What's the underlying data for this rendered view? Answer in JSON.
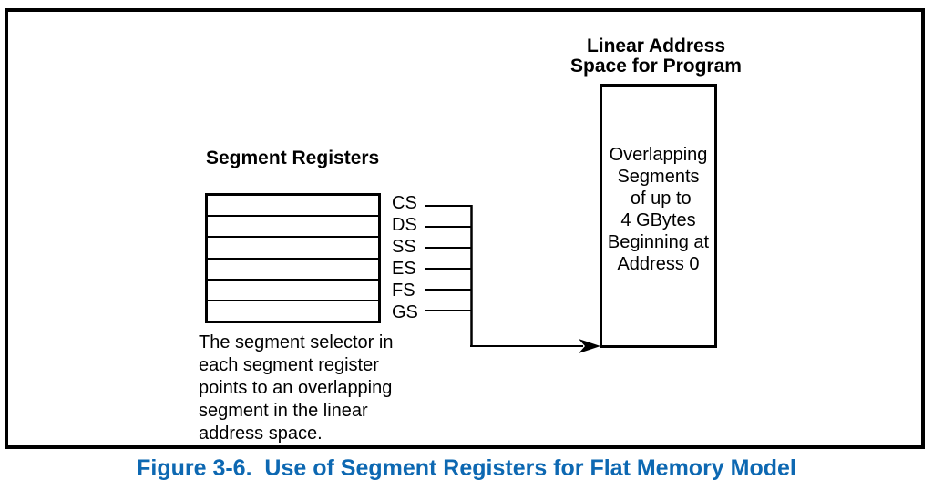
{
  "figure": {
    "linear_space": {
      "title": "Linear Address\nSpace for Program",
      "body": "Overlapping\nSegments\n of up to\n4 GBytes\nBeginning at\nAddress 0"
    },
    "segment_registers": {
      "title": "Segment Registers",
      "registers": [
        "CS",
        "DS",
        "SS",
        "ES",
        "FS",
        "GS"
      ],
      "note": "The segment selector in\neach segment register\npoints to an overlapping\nsegment in the linear\naddress space."
    },
    "caption": "Figure 3-6.  Use of Segment Registers for Flat Memory Model",
    "colors": {
      "caption_blue": "#0d68b2",
      "diagram_black": "#000000"
    }
  }
}
